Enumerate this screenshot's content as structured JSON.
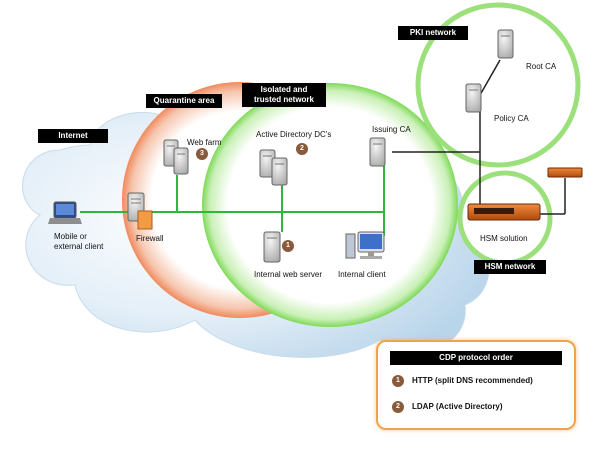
{
  "regions": {
    "internet": "Internet",
    "quarantine": "Quarantine area",
    "isolated": "Isolated and trusted network",
    "pki": "PKI network",
    "hsm": "HSM network"
  },
  "nodes": {
    "mobile_client": "Mobile or external client",
    "firewall": "Firewall",
    "web_farm": "Web farm",
    "ad_dcs": "Active Directory DC's",
    "issuing_ca": "Issuing CA",
    "internal_web_server": "Internal web server",
    "internal_client": "Internal client",
    "root_ca": "Root CA",
    "policy_ca": "Policy CA",
    "hsm_solution": "HSM solution"
  },
  "badges": {
    "web_farm": "3",
    "ad_dcs": "2",
    "internal_web_server": "1"
  },
  "legend": {
    "title": "CDP protocol order",
    "items": [
      {
        "number": "1",
        "label": "HTTP (split DNS recommended)"
      },
      {
        "number": "2",
        "label": "LDAP (Active Directory)"
      }
    ]
  },
  "colors": {
    "cloud": "#cfe3f2",
    "quarantine_glow": "#f08a5d",
    "isolated_glow": "#7ed957",
    "link_green": "#2db83d",
    "link_black": "#222222",
    "badge": "#8a5a3c",
    "legend_border": "#f2a24a"
  }
}
